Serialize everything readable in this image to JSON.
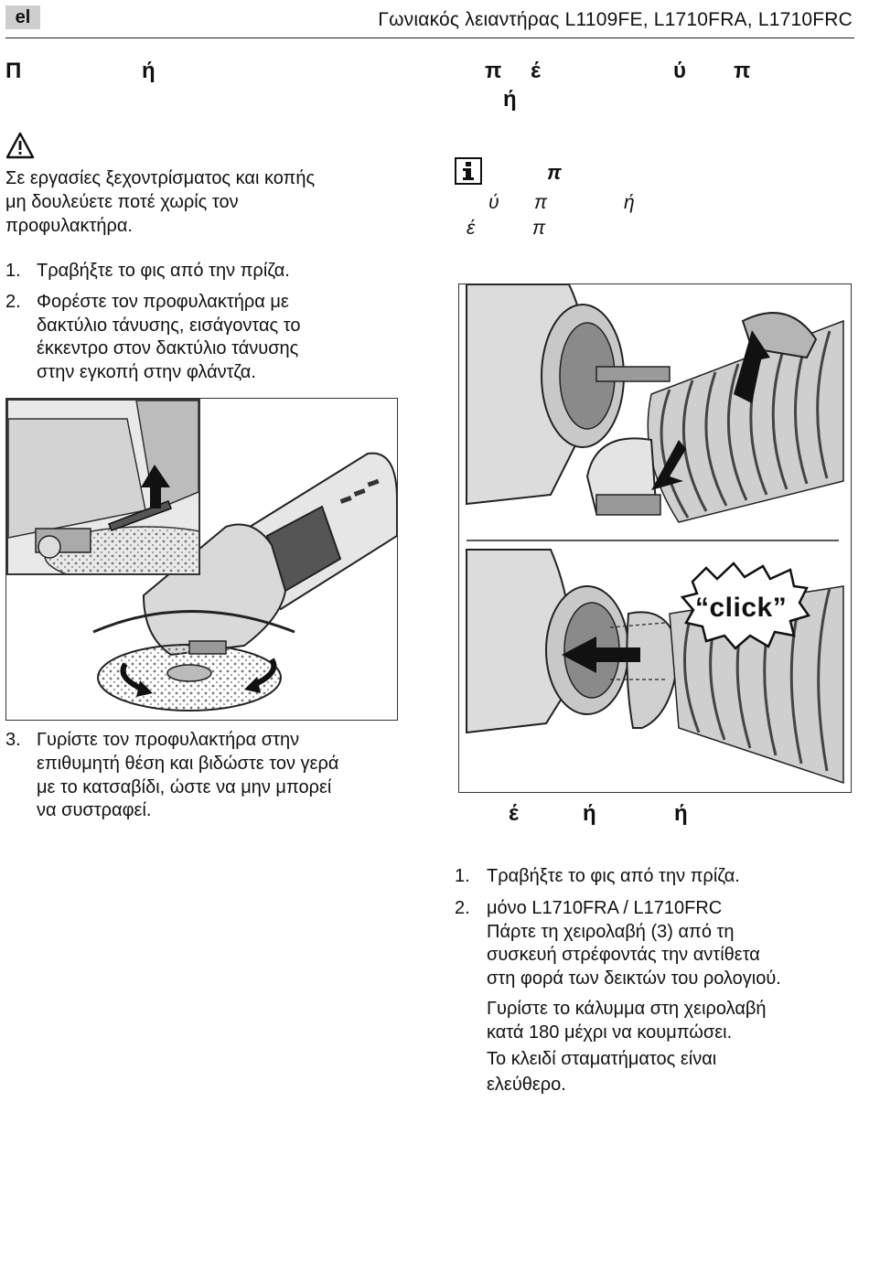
{
  "header": {
    "lang": "el",
    "title": "Γωνιακός λειαντήρας L1109FE, L1710FRA, L1710FRC"
  },
  "left": {
    "heading_fragments": [
      "Π",
      "ή"
    ],
    "warning_text": [
      "Σε εργασίες ξεχοντρίσματος και κοπής",
      "μη δουλεύετε ποτέ χωρίς τον",
      "προφυλακτήρα."
    ],
    "steps_a": [
      {
        "num": "1.",
        "lines": [
          "Τραβήξτε το φις από την πρίζα."
        ]
      },
      {
        "num": "2.",
        "lines": [
          "Φορέστε τον προφυλακτήρα με",
          "δακτύλιο τάνυσης, εισάγοντας το",
          "έκκεντρο στον δακτύλιο τάνυσης",
          "στην εγκοπή στην φλάντζα."
        ]
      }
    ],
    "steps_b": [
      {
        "num": "3.",
        "lines": [
          "Γυρίστε τον προφυλακτήρα στην",
          "επιθυμητή θέση και βιδώστε τον γερά",
          "με το κατσαβίδι, ώστε να μην μπορεί",
          "να συστραφεί."
        ]
      }
    ]
  },
  "right": {
    "heading_line1": [
      "π",
      "έ",
      "ύ",
      "π"
    ],
    "heading_line2": [
      "ή"
    ],
    "note_label": "π",
    "note_line1": [
      "ύ",
      "π",
      "ή"
    ],
    "note_line2": [
      "έ",
      "π"
    ],
    "click_label": "“click”",
    "sub_heading": [
      "έ",
      "ή",
      "ή"
    ],
    "steps": [
      {
        "num": "1.",
        "lines": [
          "Τραβήξτε το φις από την πρίζα."
        ]
      },
      {
        "num": "2.",
        "lines": [
          "μόνο L1710FRA / L1710FRC",
          "Πάρτε τη χειρολαβή (3) από τη",
          "συσκευή στρέφοντάς την αντίθετα",
          "στη φορά των δεικτών του ρολογιού."
        ]
      }
    ],
    "extra_lines": [
      "Γυρίστε το κάλυμμα στη χειρολαβή",
      "κατά 180   μέχρι να κουμπώσει.",
      "Το κλειδί σταματήματος είναι",
      "ελεύθερο."
    ]
  }
}
